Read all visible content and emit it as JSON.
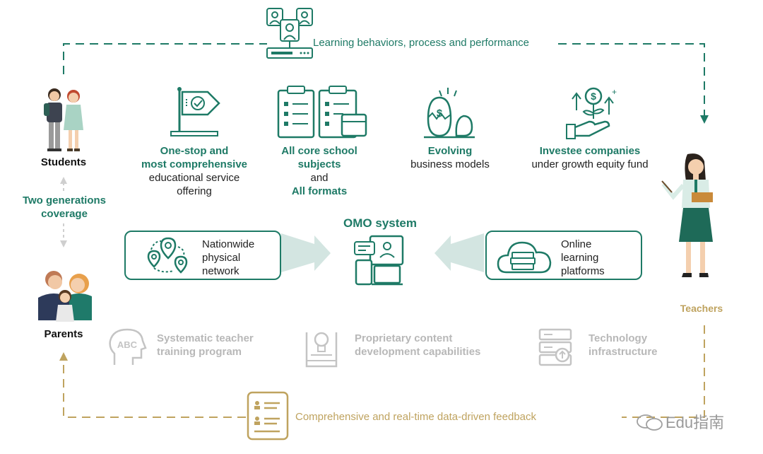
{
  "top_label": "Learning behaviors, process and performance",
  "bottom_label": "Comprehensive and real-time data-driven feedback",
  "roles": {
    "students": "Students",
    "parents": "Parents",
    "teachers": "Teachers"
  },
  "coverage": {
    "line1": "Two generations",
    "line2": "coverage"
  },
  "features": {
    "one_stop": {
      "l1": "One-stop and",
      "l2": "most comprehensive",
      "l3": "educational service",
      "l4": "offering"
    },
    "core": {
      "l1": "All core school",
      "l2": "subjects",
      "l3": "and",
      "l4": "All formats"
    },
    "evolving": {
      "l1": "Evolving",
      "l2": "business models"
    },
    "investee": {
      "l1": "Investee companies",
      "l2": "under growth equity fund"
    }
  },
  "omo": {
    "title": "OMO system"
  },
  "left_box": {
    "l1": "Nationwide",
    "l2": "physical",
    "l3": "network"
  },
  "right_box": {
    "l1": "Online",
    "l2": "learning",
    "l3": "platforms"
  },
  "capabilities": {
    "teacher": {
      "l1": "Systematic teacher",
      "l2": "training program"
    },
    "content": {
      "l1": "Proprietary content",
      "l2": "development capabilities"
    },
    "tech": {
      "l1": "Technology",
      "l2": "infrastructure"
    }
  },
  "watermark": "Edu指南",
  "colors": {
    "green": "#1e7a66",
    "gold": "#bfa35f",
    "gray": "#b8b8b8"
  }
}
